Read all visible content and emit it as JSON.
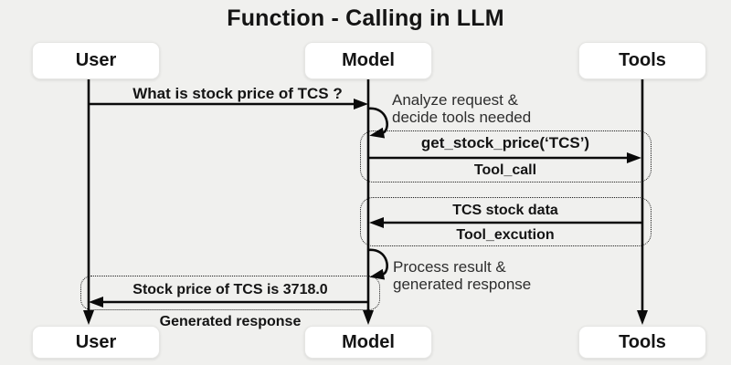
{
  "title": "Function - Calling in LLM",
  "actors": {
    "user": {
      "label": "User"
    },
    "model": {
      "label": "Model"
    },
    "tools": {
      "label": "Tools"
    }
  },
  "messages": {
    "user_request": {
      "text": "What is stock price of TCS ?"
    },
    "analyze": {
      "line1": "Analyze request &",
      "line2": "decide tools needed"
    },
    "tool_call": {
      "text": "get_stock_price(‘TCS’)",
      "label": "Tool_call"
    },
    "tool_execution": {
      "text": "TCS stock data",
      "label": "Tool_excution"
    },
    "process": {
      "line1": "Process result &",
      "line2": "generated response"
    },
    "final_response": {
      "text": "Stock price of TCS is 3718.0",
      "label": "Generated response"
    }
  },
  "colors": {
    "background": "#f0f0ee",
    "box-bg": "#ffffff",
    "box-border": "#e6e6e4",
    "line": "#0a0a0a",
    "text": "#141414",
    "annotation": "#2e2e2e"
  }
}
